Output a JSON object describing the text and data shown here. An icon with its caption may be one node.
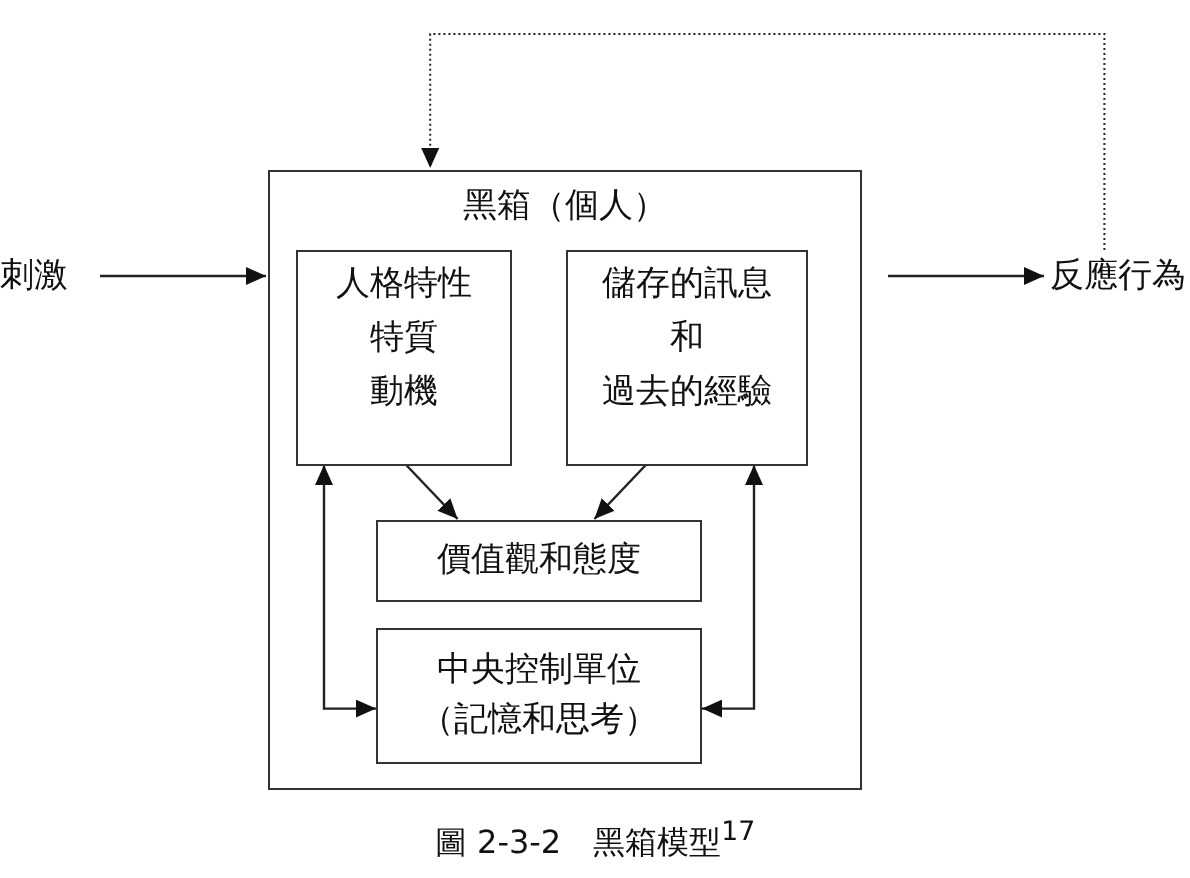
{
  "diagram": {
    "caption": "圖 2-3-2　黑箱模型$^{17}$",
    "nodes": [
      {
        "text": [
          "刺激"
        ]
      },
      {
        "text": [
          "黑箱（個人）"
        ]
      },
      {
        "text": [
          "人格特性",
          "特質",
          "動機"
        ],
        "in": 1
      },
      {
        "text": [
          "儲存的訊息",
          "和",
          "過去的經驗"
        ],
        "in": 1
      },
      {
        "text": [
          "價值觀和態度"
        ],
        "in": 1
      },
      {
        "text": [
          "中央控制單位",
          "（記憶和思考）"
        ],
        "in": 1
      },
      {
        "text": [
          "反應行為"
        ]
      }
    ],
    "edges": [
      {
        "from": 0,
        "to": 1,
        "arrow": "to"
      },
      {
        "from": 1,
        "to": 6,
        "arrow": "to"
      },
      {
        "from": 6,
        "to": 1,
        "arrow": "to",
        "style": "dashed"
      },
      {
        "from": 2,
        "to": 4,
        "arrow": "to"
      },
      {
        "from": 3,
        "to": 4,
        "arrow": "to"
      },
      {
        "from": 2,
        "to": 5,
        "arrow": "both"
      },
      {
        "from": 3,
        "to": 5,
        "arrow": "both"
      }
    ]
  }
}
